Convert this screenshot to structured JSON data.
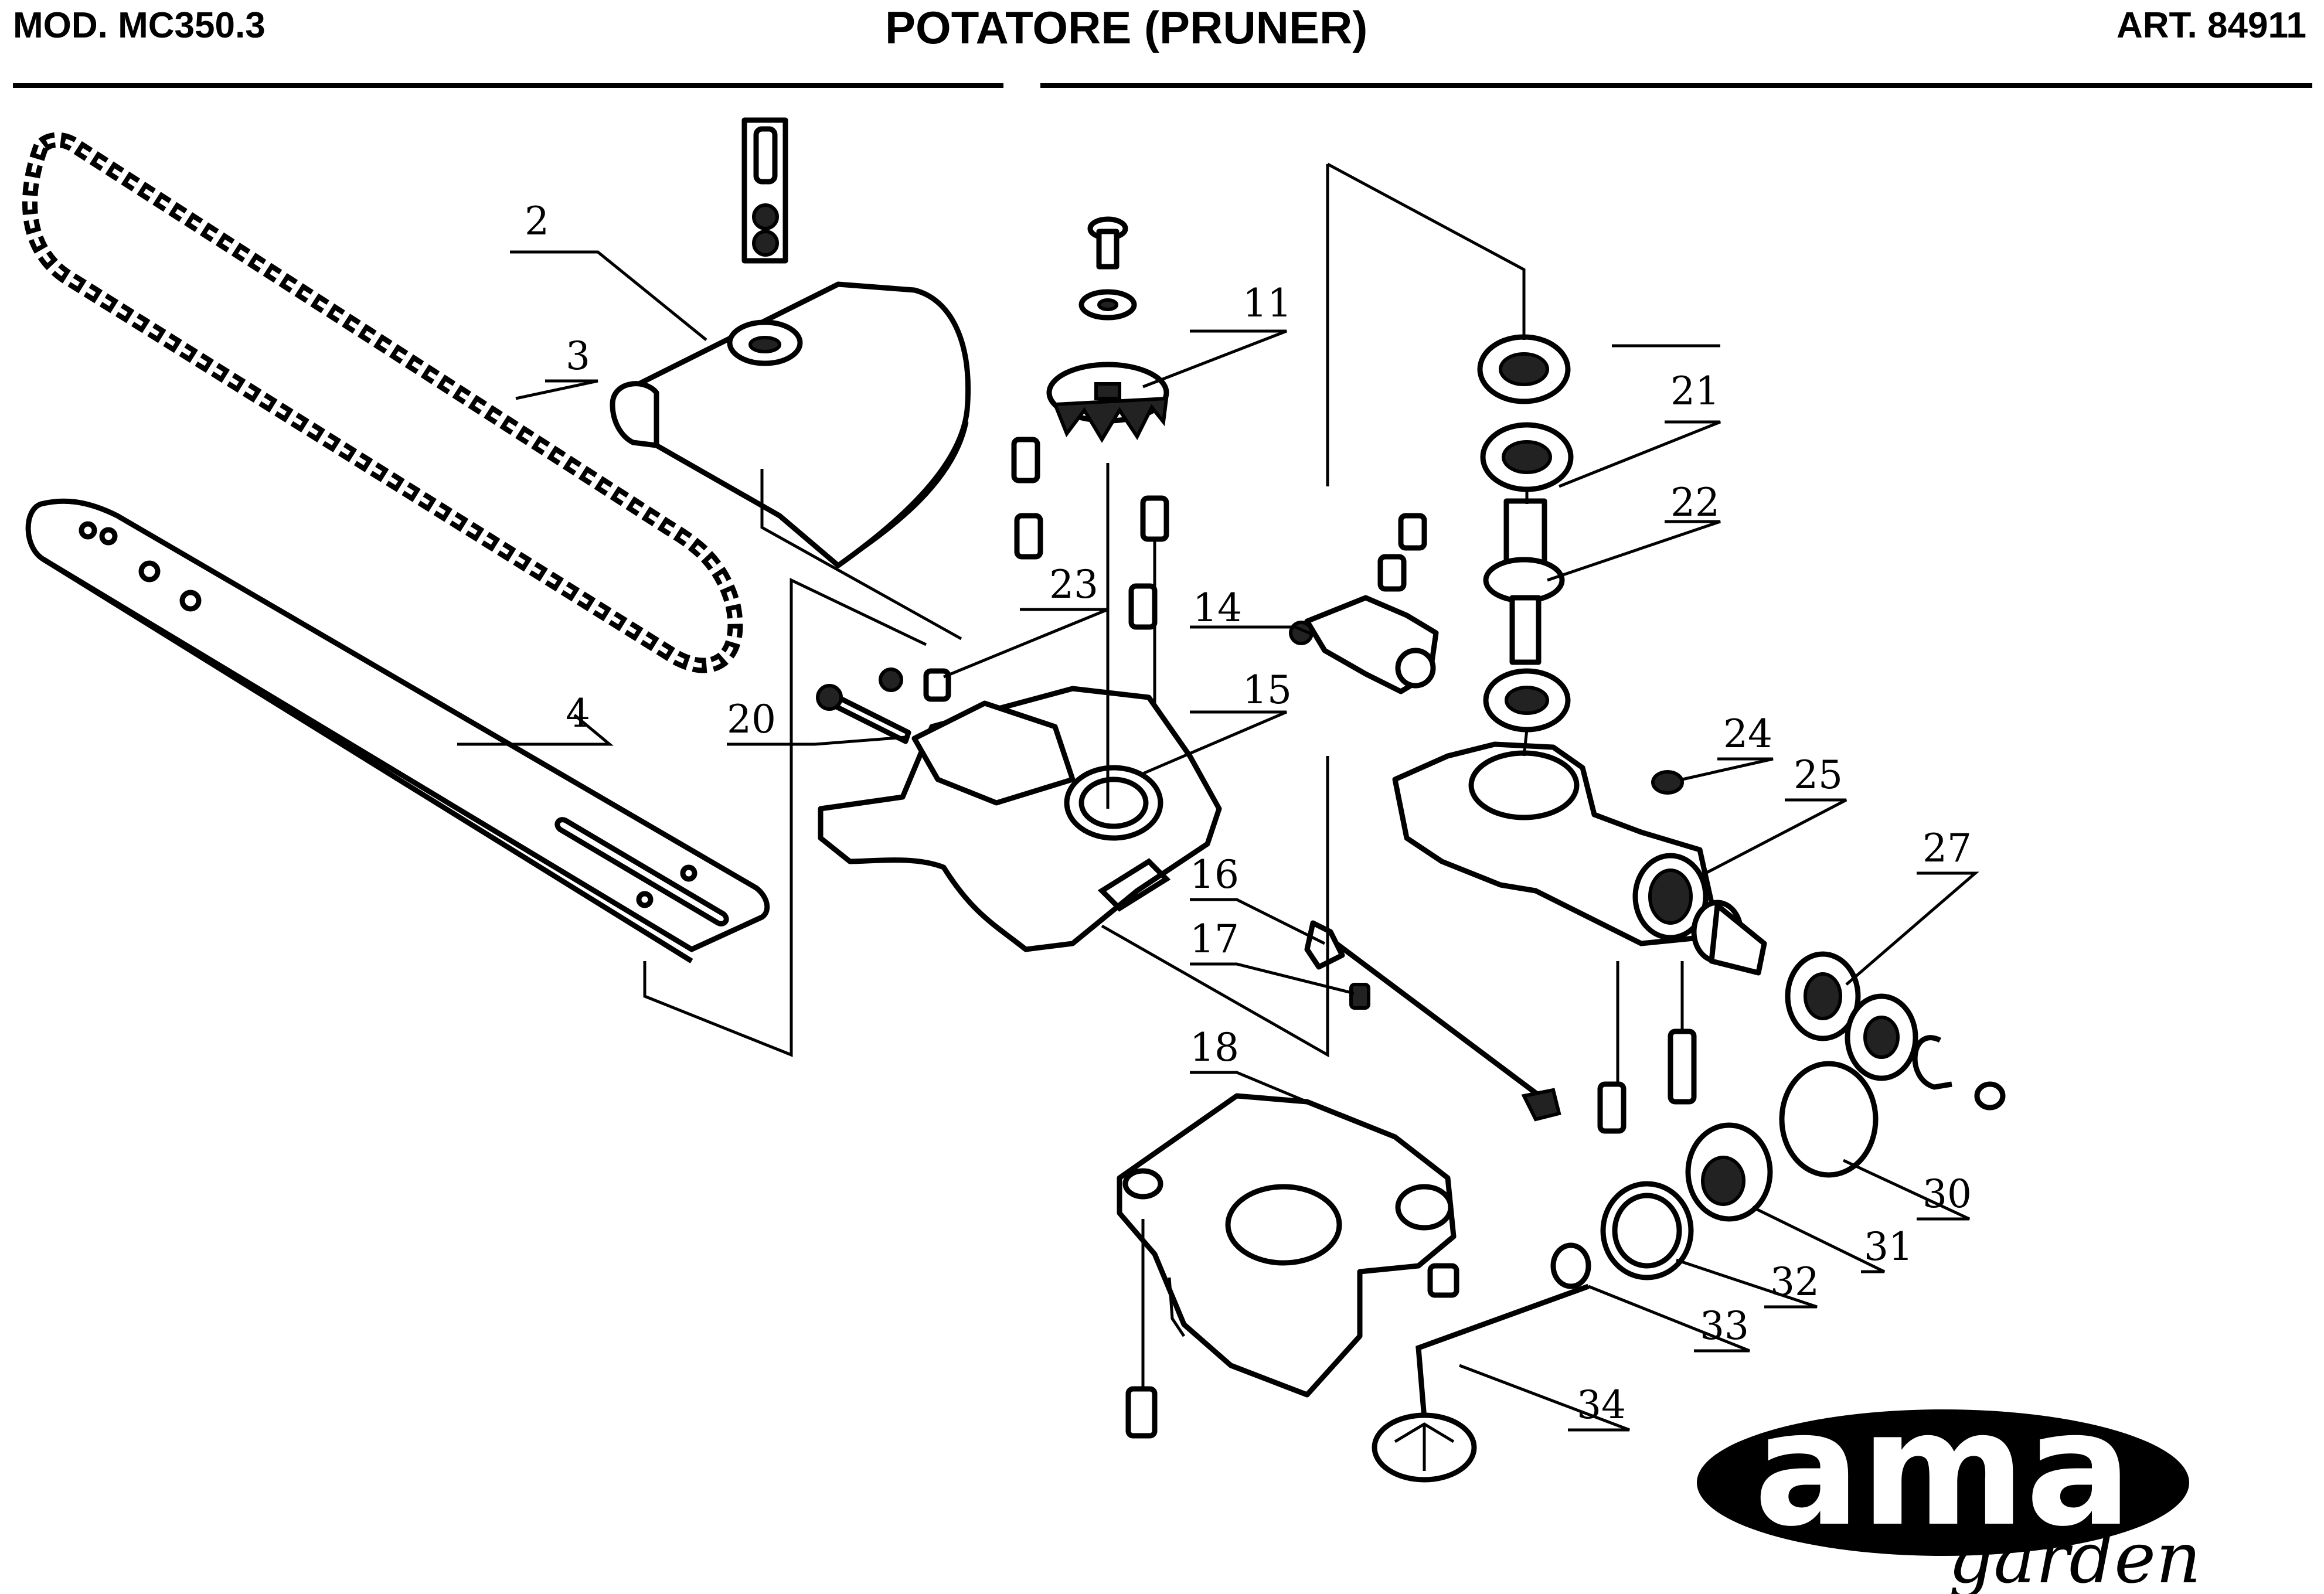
{
  "header": {
    "model": "MOD. MC350.3",
    "title": "POTATORE (PRUNER)",
    "article": "ART. 84911"
  },
  "callouts": [
    "2",
    "3",
    "4",
    "11",
    "14",
    "15",
    "16",
    "17",
    "18",
    "20",
    "21",
    "22",
    "23",
    "24",
    "25",
    "27",
    "30",
    "31",
    "32",
    "33",
    "34"
  ],
  "logo": {
    "brand": "ama",
    "tagline": "garden"
  },
  "colors": {
    "ink": "#000000",
    "paper": "#ffffff"
  }
}
